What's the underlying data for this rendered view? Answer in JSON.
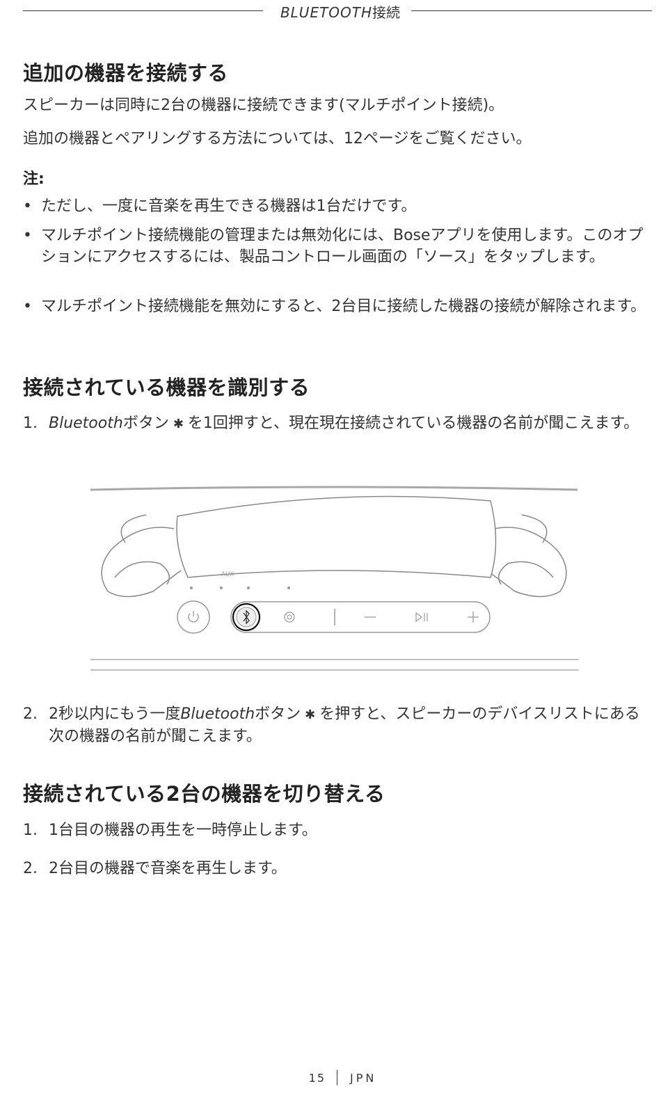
{
  "header": {
    "title_latin": "BLUETOOTH",
    "title_jp": "接続"
  },
  "section1": {
    "heading": "追加の機器を接続する",
    "para1": "スピーカーは同時に2台の機器に接続できます(マルチポイント接続)。",
    "para2": "追加の機器とペアリングする方法については、12ページをご覧ください。",
    "note_label": "注:",
    "bullets": [
      "ただし、一度に音楽を再生できる機器は1台だけです。",
      "マルチポイント接続機能の管理または無効化には、Boseアプリを使用します。このオプションにアクセスするには、製品コントロール画面の「ソース」をタップします。",
      "マルチポイント接続機能を無効にすると、2台目に接続した機器の接続が解除されます。"
    ]
  },
  "section2": {
    "heading": "接続されている機器を識別する",
    "step1_num": "1.",
    "step1_em": "Bluetooth",
    "step1_a": "ボタン",
    "step1_b": "を1回押すと、現在現在接続されている機器の名前が聞こえます。",
    "step2_num": "2.",
    "step2_a": "2秒以内にもう一度",
    "step2_em": "Bluetooth",
    "step2_b": "ボタン",
    "step2_c": "を押すと、スピーカーのデバイスリストにある次の機器の名前が聞こえます。"
  },
  "illustration": {
    "aux_label": "AUX"
  },
  "section3": {
    "heading": "接続されている2台の機器を切り替える",
    "steps": [
      {
        "num": "1.",
        "text": "1台目の機器の再生を一時停止します。"
      },
      {
        "num": "2.",
        "text": "2台目の機器で音楽を再生します。"
      }
    ]
  },
  "footer": {
    "page": "15",
    "lang": "JPN"
  }
}
